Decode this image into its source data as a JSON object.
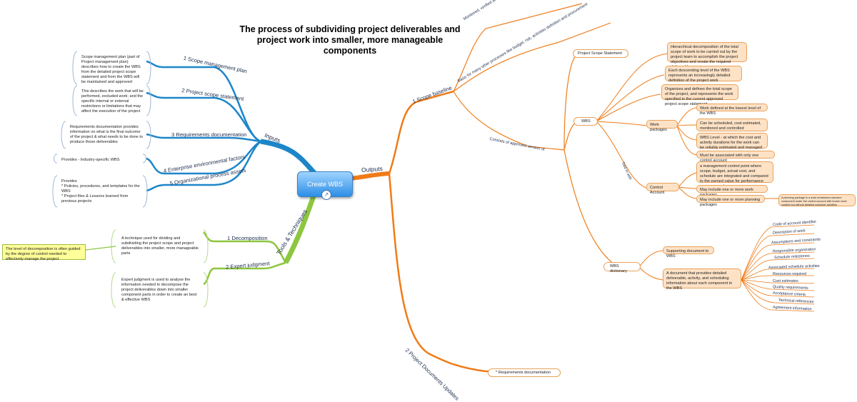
{
  "title": "The process of subdividing project deliverables and project work into smaller, more manageable components",
  "central": "Create WBS",
  "inputs": {
    "label": "Inputs",
    "items": [
      {
        "label": "1 Scope management plan",
        "note": "Scope management plan (part of Project management plan) describes how to create the WBS from the detailed project scope statement and from the WBS will be maintained and approved"
      },
      {
        "label": "2 Project scope statement",
        "note": "This describes the work that will be performed, excluded work; and the specific internal or external restrictions or limitations that may affect the execution of the project"
      },
      {
        "label": "3 Requirements documentation",
        "note": "Requirements documentation provides information on what is the final outcome of the project & what needs to be done to produce those deliverables"
      },
      {
        "label": "4 Enterprise environmental factors",
        "note": "Provides - Industry-specific WBS"
      },
      {
        "label": "5 Organizational process assets",
        "note": "Provides\n* Policies, procedures, and templates for the WBS\n* Project files & Lessons learned from previous projects"
      }
    ]
  },
  "tools": {
    "label": "Tools & Techniques",
    "items": [
      {
        "label": "1 Decomposition",
        "note": "A technique used for dividing and subdividing the project scope and project deliverables into smaller, more manageable parts",
        "side_note": "The level of decomposition is often guided by the degree of control needed to effectively manage the project"
      },
      {
        "label": "2 Expert judgment",
        "note": "Expert judgment is used to analyse the information needed to decompose the project deliverables down into smaller component parts in order to create an best & effective WBS"
      }
    ]
  },
  "outputs": {
    "label": "Outputs",
    "scope_baseline": "1 Scope baseline",
    "monitored": "Monitored, verified and controlled throughout the project",
    "basis": "Basis for many other processes like budget, risk, activities definition and procurement",
    "consists": "Consists of approved version of",
    "project_scope_statement": "Project Scope Statement",
    "wbs": "WBS",
    "wbs_notes": [
      "Hierarchical decomposition of the total scope of work to be carried out by the project team to accomplish the project objectives and create the required deliverables",
      "Each descending level of the WBS represents an increasingly detailed definition of the project work",
      "Organizes and defines the total scope of the project, and represents the work specified in the current approved project scope statement"
    ],
    "work_packages": "Work packages",
    "wp_notes": [
      "Work defined at the lowest level of the WBS",
      "Can be scheduled, cost estimated, monitored and controlled",
      "WBS Level - at which the cost and activity durations for the work can be reliably estimated and managed",
      "Must be associated with only one control account"
    ],
    "tied_in_with": "Tied in with",
    "control_account": "Control Account",
    "ca_notes": [
      "a management control point where scope, budget, actual cost, and schedule are integrated and compared to the earned value for performance measurement",
      "May include one or more work packages",
      "May include one or more planning packages"
    ],
    "planning_package_note": "A planning package is a work breakdown structure component under the control account with known work content but without detailed schedule activities",
    "wbs_dictionary": "WBS dictionary",
    "dict_notes": [
      "Supporting document to WBS",
      "A document that provides detailed deliverable, activity, and scheduling information about each component in the WBS"
    ],
    "dict_items": [
      "Code of account identifier",
      "Description of work",
      "Assumptions and constraints",
      "Responsible organization",
      "Schedule milestones",
      "Associated schedule activities",
      "Resources required",
      "Cost estimates",
      "Quality requirements",
      "Acceptance criteria",
      "Technical references",
      "Agreement information"
    ],
    "docs_updates": "2 Project Documents Updates",
    "docs_note": "* Requirements documentation"
  }
}
